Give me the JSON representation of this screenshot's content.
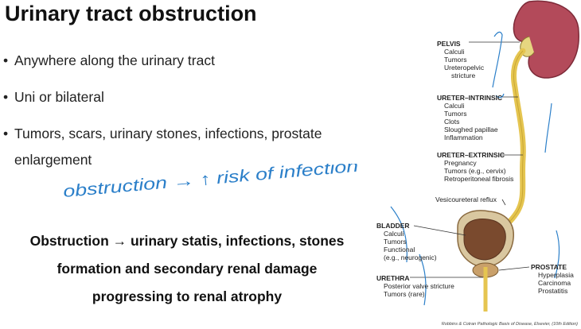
{
  "slide": {
    "title": "Urinary tract obstruction",
    "bullets": [
      "Anywhere along the urinary tract",
      "Uni or bilateral",
      "Tumors, scars, urinary stones, infections, prostate",
      "enlargement"
    ],
    "handwritten_note": "obstruction → ↑ risk of infection",
    "conclusion": [
      "Obstruction → urinary statis, infections, stones",
      "formation and secondary renal damage",
      "progressing to renal atrophy"
    ]
  },
  "diagram": {
    "pelvis": {
      "heading": "PELVIS",
      "items": [
        "Calculi",
        "Tumors",
        "Ureteropelvic",
        "stricture"
      ]
    },
    "ureter_intrinsic": {
      "heading": "URETER–INTRINSIC",
      "items": [
        "Calculi",
        "Tumors",
        "Clots",
        "Sloughed papillae",
        "Inflammation"
      ]
    },
    "ureter_extrinsic": {
      "heading": "URETER–EXTRINSIC",
      "items": [
        "Pregnancy",
        "Tumors (e.g., cervix)",
        "Retroperitoneal fibrosis"
      ]
    },
    "vesicoureteral": "Vesicoureteral reflux",
    "bladder": {
      "heading": "BLADDER",
      "items": [
        "Calculi",
        "Tumors",
        "Functional",
        "(e.g., neurogenic)"
      ]
    },
    "urethra": {
      "heading": "URETHRA",
      "items": [
        "Posterior valve stricture",
        "Tumors (rare)"
      ]
    },
    "prostate": {
      "heading": "PROSTATE",
      "items": [
        "Hyperplasia",
        "Carcinoma",
        "Prostatitis"
      ]
    },
    "credit": "Robbins & Cotran Pathologic Basis of Disease, Elsevier, (10th Edition)"
  }
}
